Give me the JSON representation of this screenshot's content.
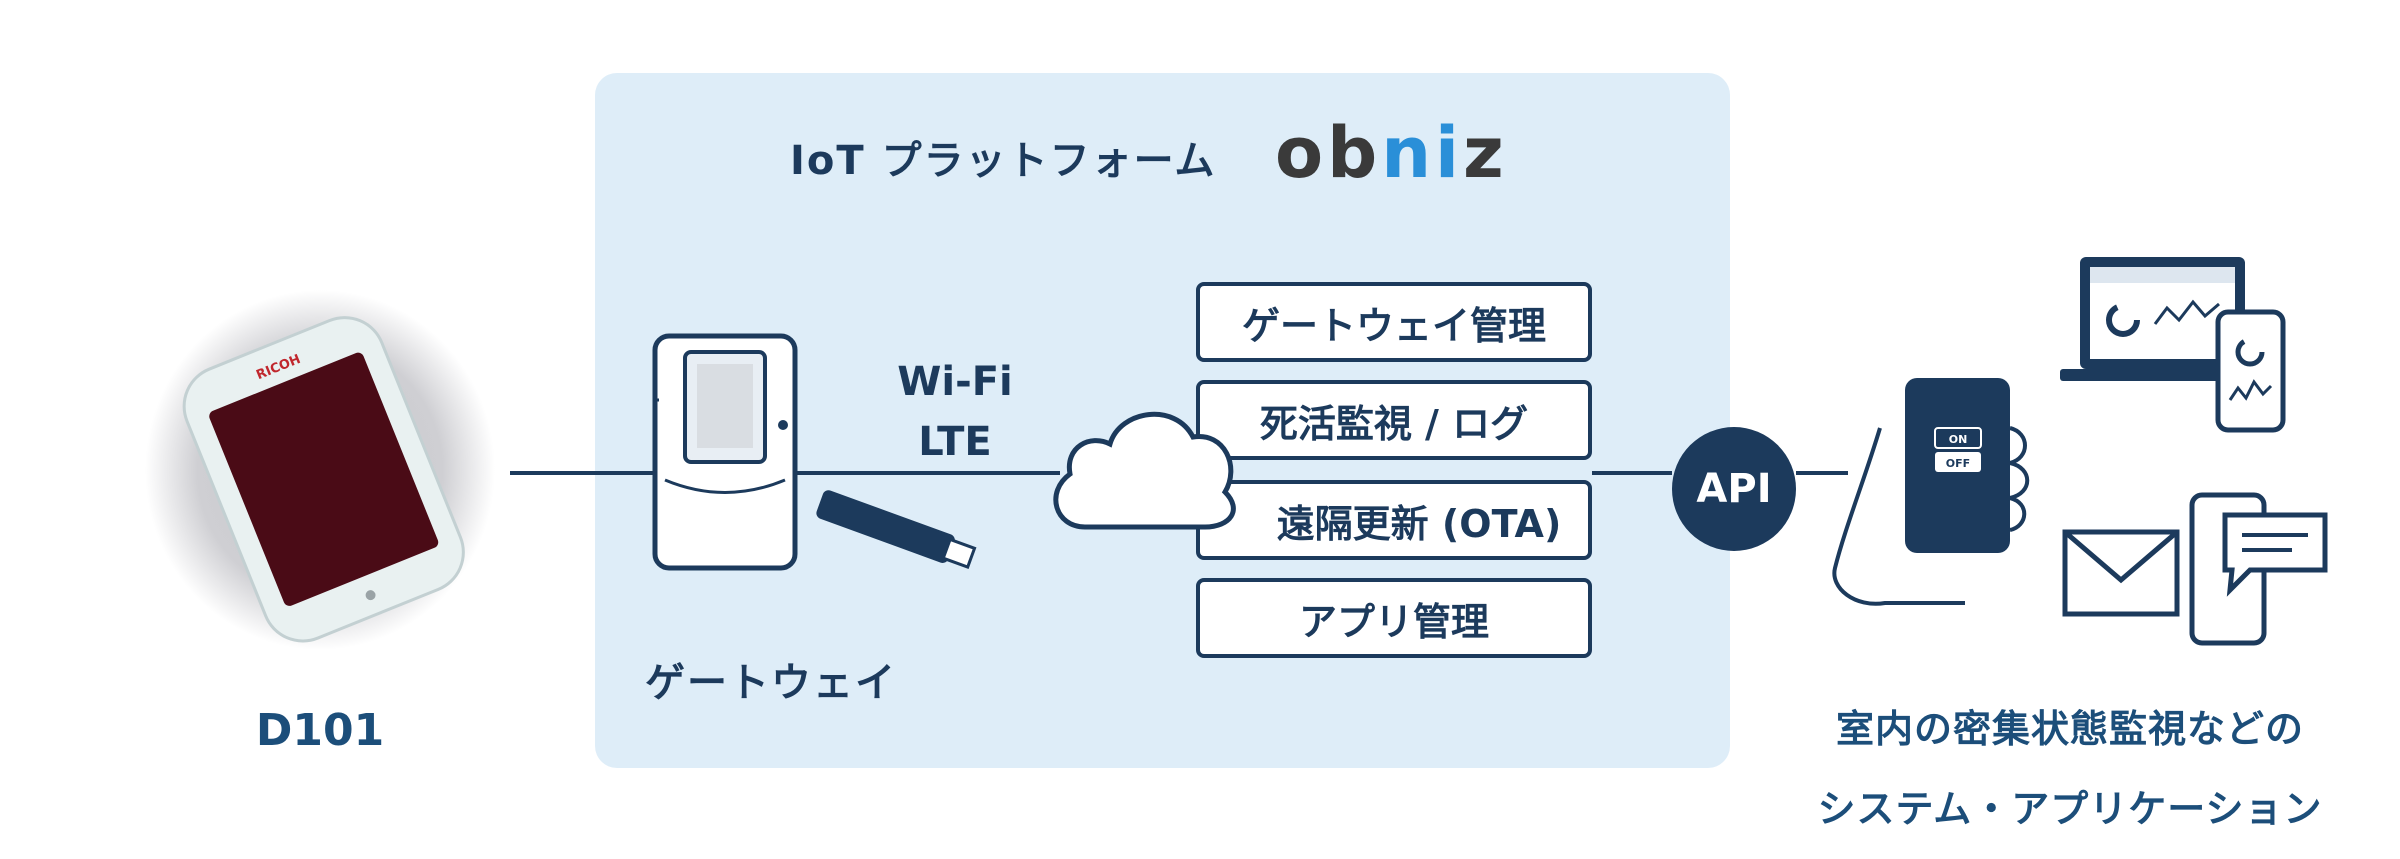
{
  "platform": {
    "title": "IoT プラットフォーム",
    "logo_text": "obniz",
    "logo_prefix": "ob",
    "logo_accent": "ni",
    "logo_suffix": "z"
  },
  "device": {
    "label": "D101",
    "brand": "RICOH"
  },
  "gateway": {
    "label": "ゲートウェイ"
  },
  "connection": {
    "line1": "Wi-Fi",
    "line2": "LTE"
  },
  "services": [
    "ゲートウェイ管理",
    "死活監視 / ログ",
    "遠隔更新 (OTA)",
    "アプリ管理"
  ],
  "api": {
    "label": "API"
  },
  "phone_ui": {
    "on": "ON",
    "off": "OFF"
  },
  "application": {
    "line1": "室内の密集状態監視などの",
    "line2": "システム・アプリケーション"
  },
  "colors": {
    "navy": "#1c3a5c",
    "panel": "#deedf8",
    "text_blue": "#1c4e7a",
    "logo_accent": "#2a8fd8"
  }
}
